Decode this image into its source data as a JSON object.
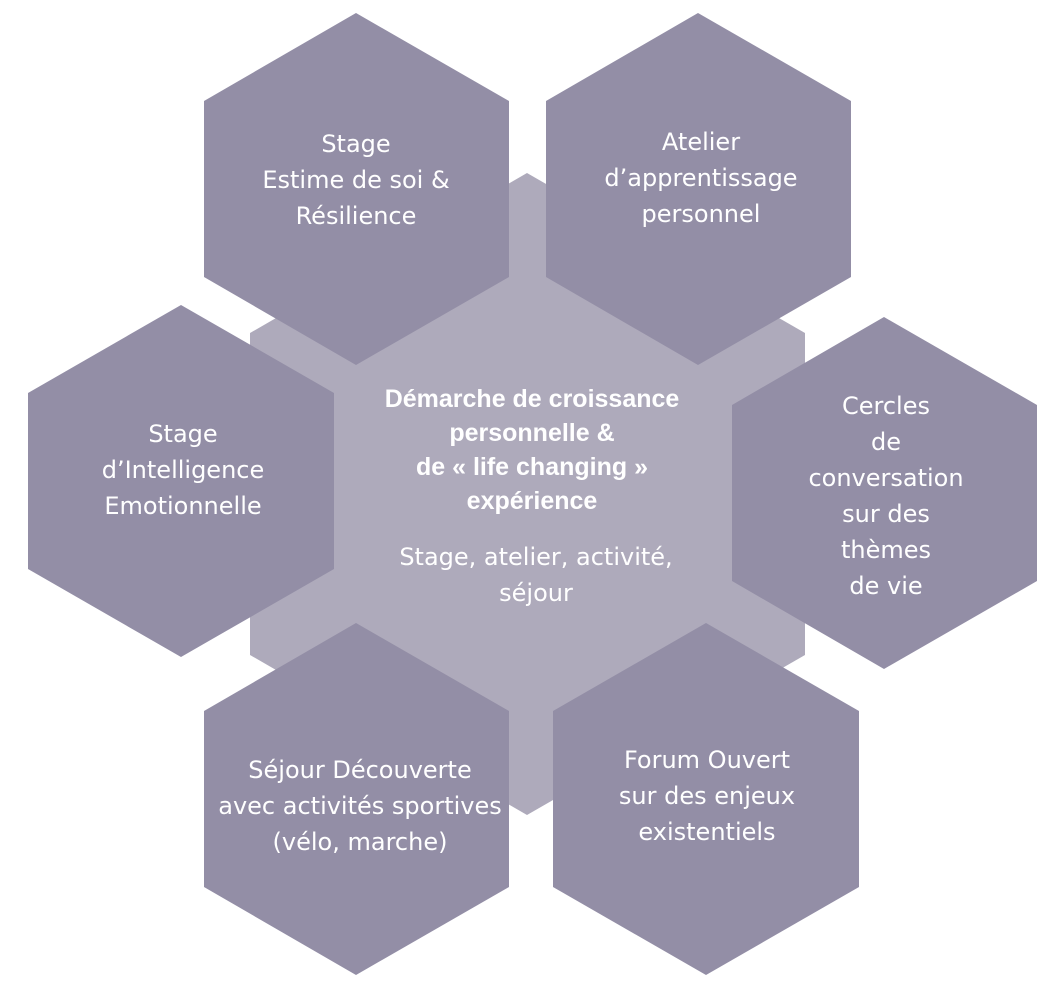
{
  "center": {
    "title": "Démarche de croissance\npersonnelle &\nde « life changing »\nexpérience",
    "subtitle": "Stage, atelier, activité,\nséjour"
  },
  "outer": [
    {
      "id": "top-left",
      "label": "Stage\nEstime de soi &\nRésilience"
    },
    {
      "id": "top-right",
      "label": "Atelier\nd’apprentissage\npersonnel"
    },
    {
      "id": "left",
      "label": "Stage\nd’Intelligence\nEmotionnelle"
    },
    {
      "id": "right",
      "label": "Cercles\nde conversation\nsur des thèmes\nde vie"
    },
    {
      "id": "bottom-left",
      "label": "Séjour Découverte\navec activités sportives\n(vélo, marche)"
    },
    {
      "id": "bottom-right",
      "label": "Forum Ouvert\nsur des enjeux\nexistentiels"
    }
  ],
  "colors": {
    "center_hexagon": "#aeaabb",
    "outer_hexagons": "#938ea6",
    "text": "#ffffff"
  }
}
